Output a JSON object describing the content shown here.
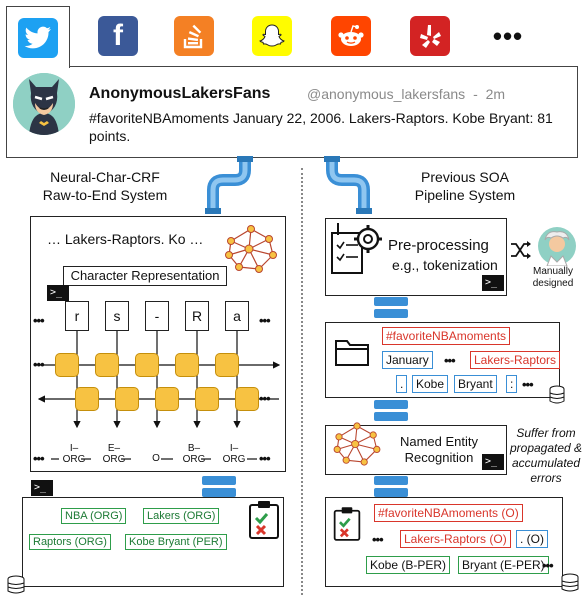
{
  "social_tabs": [
    {
      "icon": "twitter-icon",
      "glyph": "🐦",
      "color": "#1da1f2",
      "active": true
    },
    {
      "icon": "facebook-icon",
      "glyph": "f",
      "color": "#3b5998",
      "active": false
    },
    {
      "icon": "stackoverflow-icon",
      "glyph": "≡",
      "color": "#f48024",
      "active": false
    },
    {
      "icon": "snapchat-icon",
      "glyph": "👻",
      "color": "#fffc00",
      "active": false
    },
    {
      "icon": "reddit-icon",
      "glyph": "◉",
      "color": "#ff4500",
      "active": false
    },
    {
      "icon": "yelp-icon",
      "glyph": "✻",
      "color": "#d32323",
      "active": false
    }
  ],
  "more_label": "•••",
  "tweet": {
    "username": "AnonymousLakersFans",
    "handle": "@anonymous_lakersfans",
    "separator": "-",
    "time": "2m",
    "text": "#favoriteNBAmoments January 22, 2006. Lakers-Raptors. Kobe Bryant: 81 points."
  },
  "left": {
    "title_line1": "Neural-Char-CRF",
    "title_line2": "Raw-to-End System",
    "input_text": "… Lakers-Raptors. Ko …",
    "char_rep_label": "Character Representation",
    "chars": [
      "r",
      "s",
      "-",
      "R",
      "a"
    ],
    "tags": [
      "I–\nORG",
      "E–\nORG",
      "O",
      "B–\nORG",
      "I–\nORG"
    ],
    "entities": [
      "NBA (ORG)",
      "Lakers (ORG)",
      "Raptors (ORG)",
      "Kobe Bryant (PER)"
    ]
  },
  "right": {
    "title_line1": "Previous SOA",
    "title_line2": "Pipeline System",
    "prep_line1": "Pre-processing",
    "prep_line2": "e.g., tokenization",
    "manual_line1": "Manually",
    "manual_line2": "designed",
    "tokens_red": [
      "#favoriteNBAmoments",
      "Lakers-Raptors"
    ],
    "tokens_blue": [
      "January",
      ".",
      "Kobe",
      "Bryant",
      ":"
    ],
    "ner_line1": "Named Entity",
    "ner_line2": "Recognition",
    "suffer_line1": "Suffer from",
    "suffer_line2": "propagated &",
    "suffer_line3": "accumulated",
    "suffer_line4": "errors",
    "out_red": [
      "#favoriteNBAmoments (O)",
      "Lakers-Raptors (O)"
    ],
    "out_blue": [
      ". (O)",
      "Kobe (B-PER)",
      "Bryant (E-PER)"
    ]
  },
  "ellipsis": "•••",
  "colors": {
    "green": "#2e9d4a",
    "red": "#d9362b",
    "blue": "#3a8fd6",
    "cell": "#f7c242",
    "pipe": "#3a8fd6"
  }
}
